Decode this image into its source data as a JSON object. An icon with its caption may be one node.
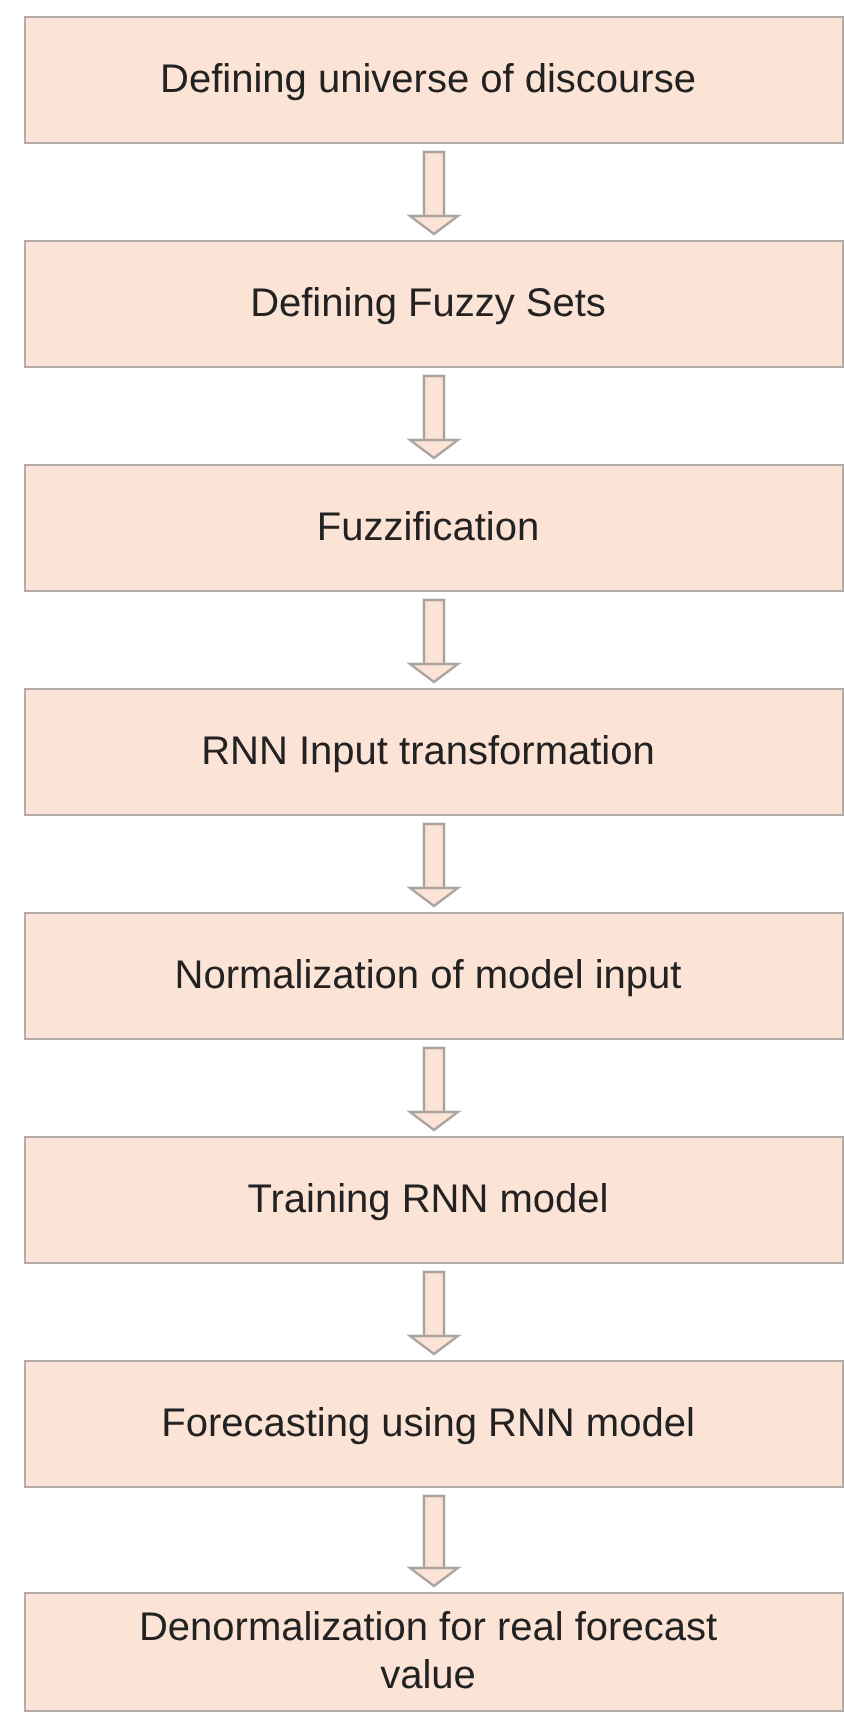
{
  "diagram": {
    "nodes": [
      {
        "text": [
          "Defining universe of discourse"
        ]
      },
      {
        "text": [
          "Defining Fuzzy Sets"
        ]
      },
      {
        "text": [
          "Fuzzification"
        ]
      },
      {
        "text": [
          "RNN Input transformation"
        ]
      },
      {
        "text": [
          "Normalization of model input"
        ]
      },
      {
        "text": [
          "Training RNN model"
        ]
      },
      {
        "text": [
          "Forecasting using RNN model"
        ]
      },
      {
        "text": [
          "Denormalization for real forecast value"
        ]
      }
    ],
    "edges": [
      {
        "from": 0,
        "to": 1,
        "arrow": "to"
      },
      {
        "from": 1,
        "to": 2,
        "arrow": "to"
      },
      {
        "from": 2,
        "to": 3,
        "arrow": "to"
      },
      {
        "from": 3,
        "to": 4,
        "arrow": "to"
      },
      {
        "from": 4,
        "to": 5,
        "arrow": "to"
      },
      {
        "from": 5,
        "to": 6,
        "arrow": "to"
      },
      {
        "from": 6,
        "to": 7,
        "arrow": "to"
      }
    ]
  }
}
